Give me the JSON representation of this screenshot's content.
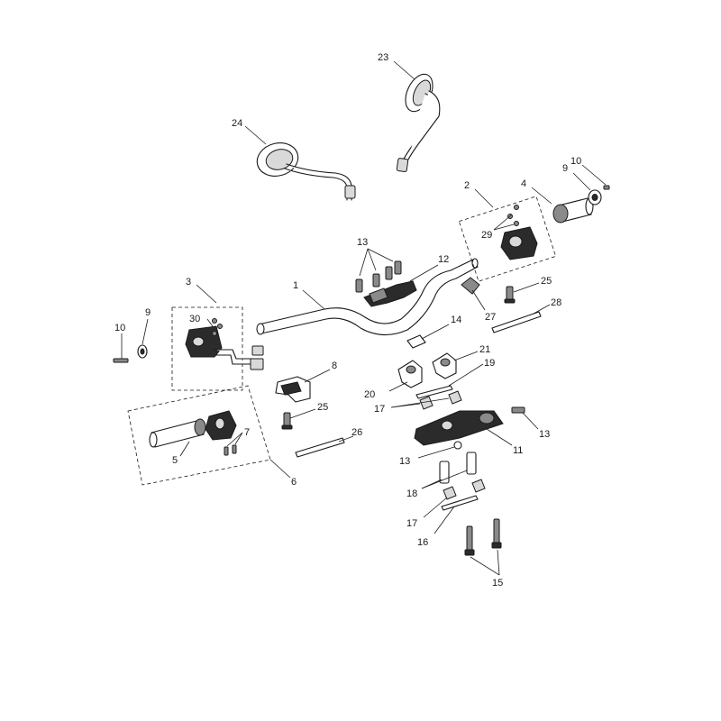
{
  "diagram": {
    "callouts": {
      "c1": "1",
      "c2": "2",
      "c3": "3",
      "c4": "4",
      "c5": "5",
      "c6": "6",
      "c7": "7",
      "c8": "8",
      "c9a": "9",
      "c9b": "9",
      "c10a": "10",
      "c10b": "10",
      "c11": "11",
      "c12": "12",
      "c13a": "13",
      "c13b": "13",
      "c13c": "13",
      "c14": "14",
      "c15": "15",
      "c16": "16",
      "c17a": "17",
      "c17b": "17",
      "c18": "18",
      "c19": "19",
      "c20": "20",
      "c21": "21",
      "c23": "23",
      "c24": "24",
      "c25a": "25",
      "c25b": "25",
      "c26": "26",
      "c27": "27",
      "c28": "28",
      "c29": "29",
      "c30": "30"
    },
    "colors": {
      "line": "#1a1a1a",
      "fill_dark": "#2b2b2b",
      "fill_mid": "#8a8a8a",
      "fill_light": "#d9d9d9",
      "background": "#ffffff"
    }
  }
}
